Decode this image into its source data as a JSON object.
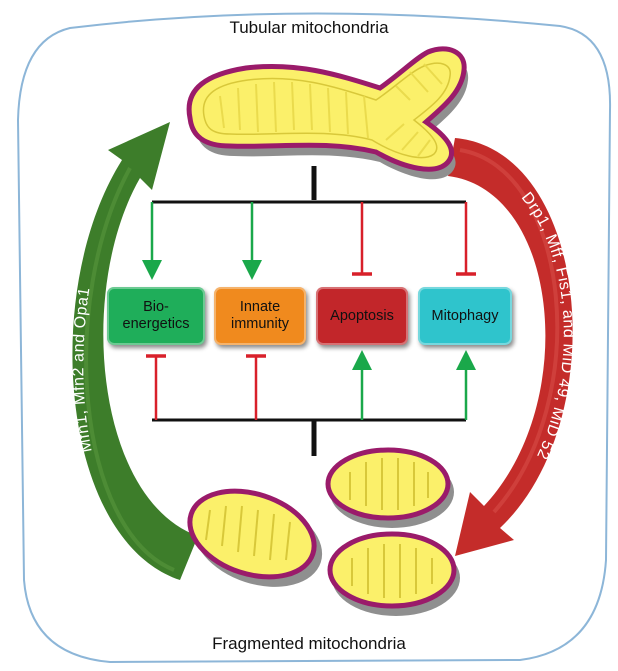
{
  "diagram": {
    "title_top": "Tubular mitochondria",
    "title_bottom": "Fragmented mitochondria",
    "fusion_label": "Mfn1, Mfn2 and Opa1",
    "fission_label": "Drp1, Mff, Fis1, and MiD 49, MiD 52",
    "boxes": [
      {
        "label": "Bio-\nenergetics",
        "color": "#1fae5a"
      },
      {
        "label": "Innate\nimmunity",
        "color": "#f08a1e"
      },
      {
        "label": "Apoptosis",
        "color": "#c2262a"
      },
      {
        "label": "Mitophagy",
        "color": "#2fc4cc"
      }
    ],
    "colors": {
      "fusion_arrow": "#3d7d2a",
      "fission_arrow": "#c42c2a",
      "promote": "#1aa84a",
      "inhibit": "#d8202a",
      "connector": "#111111",
      "matrix": "#fbf06a",
      "membrane": "#9a1b6a",
      "shadow": "#8f8f8f"
    }
  }
}
